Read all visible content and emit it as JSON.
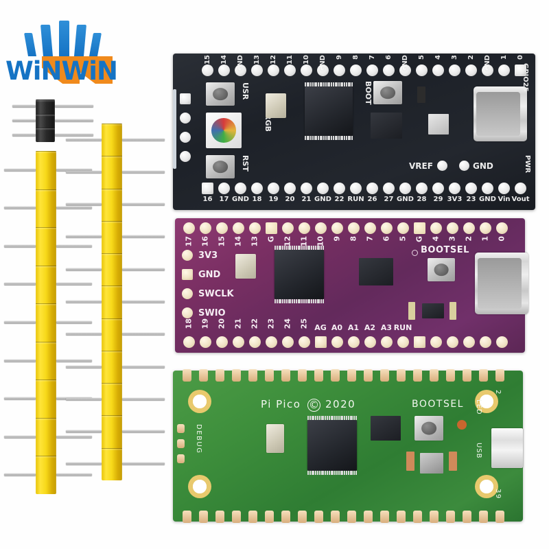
{
  "scene": {
    "title": "WiNWiN RP2040 development boards product photo",
    "background": "#ffffff"
  },
  "watermark": {
    "brand": "WiNWiN",
    "brand_color": "#1573c4",
    "accent_color": "#f08a1c",
    "crown_bars": 5
  },
  "headers": {
    "black_header_label": "black-2.54mm-pin-header",
    "yellow_header_label": "yellow-2.54mm-pin-header",
    "black_pin_count": 3,
    "yellow_short_pin_count": 9,
    "yellow_long_pin_count": 11,
    "body_color_yellow": "#f7d919",
    "body_color_black": "#2a2a2a",
    "pin_color": "#bdbdbd"
  },
  "boards": [
    {
      "id": "black",
      "name": "RP2040-YD black board",
      "color": "#23272e",
      "usb": "USB-C",
      "top_pins": [
        "15",
        "14",
        "GND",
        "13",
        "12",
        "11",
        "10",
        "GND",
        "9",
        "8",
        "7",
        "6",
        "GND",
        "5",
        "4",
        "3",
        "2",
        "GND",
        "1",
        "0"
      ],
      "bottom_pins": [
        "16",
        "17",
        "GND",
        "18",
        "19",
        "20",
        "21",
        "GND",
        "22",
        "RUN",
        "26",
        "27",
        "GND",
        "28",
        "29",
        "3V3",
        "23",
        "GND",
        "Vin",
        "Vout"
      ],
      "silk": {
        "usr": "USR",
        "rst": "RST",
        "rgb": "RGB",
        "boot": "BOOT",
        "vref": "VREF",
        "gnd": "GND",
        "pwr": "PWR",
        "gpio25": "GPIO25"
      }
    },
    {
      "id": "purple",
      "name": "RP2040 purple board",
      "color": "#7a2f63",
      "usb": "USB-C",
      "top_pins": [
        "17",
        "16",
        "15",
        "14",
        "13",
        "G",
        "12",
        "11",
        "10",
        "9",
        "8",
        "7",
        "6",
        "5",
        "G",
        "4",
        "3",
        "2",
        "1",
        "0"
      ],
      "bottom_pins": [
        "18",
        "19",
        "20",
        "21",
        "22",
        "23",
        "24",
        "25",
        "AG",
        "A0",
        "A1",
        "A2",
        "A3",
        "RUN"
      ],
      "left_pins": [
        "3V3",
        "GND",
        "SWCLK",
        "SWIO"
      ],
      "silk": {
        "bootsel": "BOOTSEL"
      }
    },
    {
      "id": "green",
      "name": "Raspberry Pi Pico",
      "color": "#3e8f3c",
      "usb": "micro-USB",
      "silk": {
        "title": "Pi Pico",
        "copyright": "©",
        "year": "2020",
        "bootsel": "BOOTSEL",
        "led": "LED",
        "debug": "DEBUG",
        "usb": "USB",
        "pin_first": "2",
        "pin_last": "39"
      },
      "castellation_count": 20
    }
  ]
}
